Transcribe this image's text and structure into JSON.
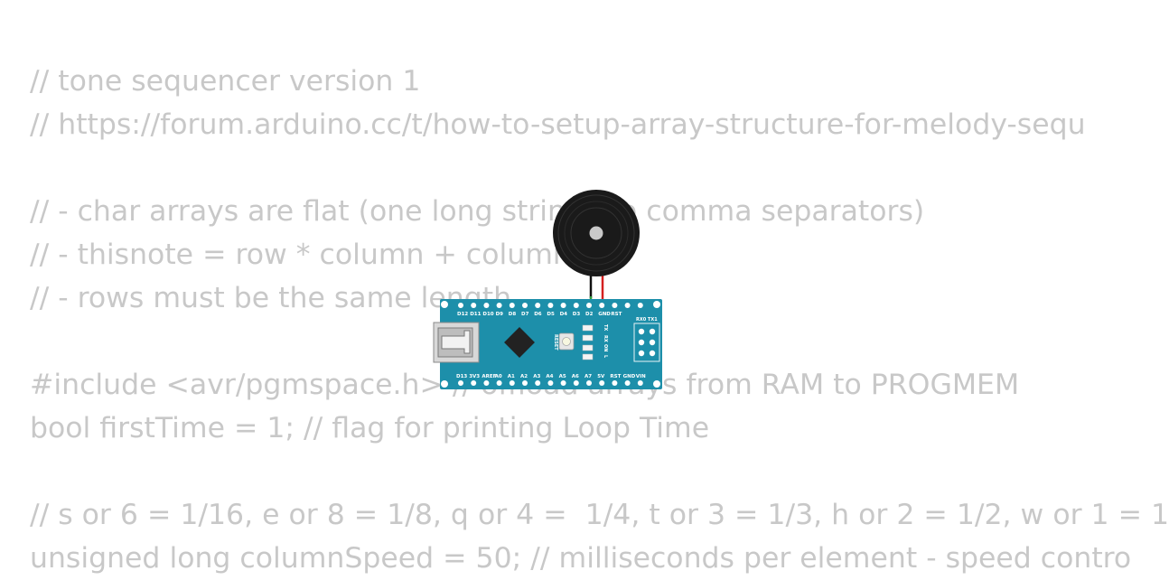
{
  "code": {
    "lines": [
      "// tone sequencer version 1",
      "// https://forum.arduino.cc/t/how-to-setup-array-structure-for-melody-sequ",
      "",
      "// - char arrays are flat (one long string, no comma separators)",
      "// - thisnote = row * column + column",
      "// - rows must be the same length",
      "",
      "#include <avr/pgmspace.h> // offload arrays from RAM to PROGMEM",
      "bool firstTime = 1; // flag for printing Loop Time",
      "",
      "// s or 6 = 1/16, e or 8 = 1/8, q or 4 =  1/4, t or 3 = 1/3, h or 2 = 1/2, w or 1 = 1",
      "unsigned long columnSpeed = 50; // milliseconds per element - speed contro"
    ]
  },
  "board": {
    "top_pins": [
      "D12",
      "D11",
      "D10",
      "D9",
      "D8",
      "D7",
      "D6",
      "D5",
      "D4",
      "D3",
      "D2",
      "GND",
      "RST"
    ],
    "bottom_pins": [
      "D13",
      "3V3",
      "AREF",
      "A0",
      "A1",
      "A2",
      "A3",
      "A4",
      "A5",
      "A6",
      "A7",
      "5V",
      "RST",
      "GND",
      "VIN"
    ],
    "serial_label": "RX0 TX1",
    "reset_label": "RESET",
    "led_labels": [
      "TX",
      "RX",
      "ON",
      "L"
    ]
  },
  "colors": {
    "board": "#1d8faa",
    "code_text": "#c8c8c8",
    "wire_black": "#111111",
    "wire_red": "#d42020",
    "wire_green": "#2e9b3a",
    "buzzer": "#1a1a1a"
  }
}
